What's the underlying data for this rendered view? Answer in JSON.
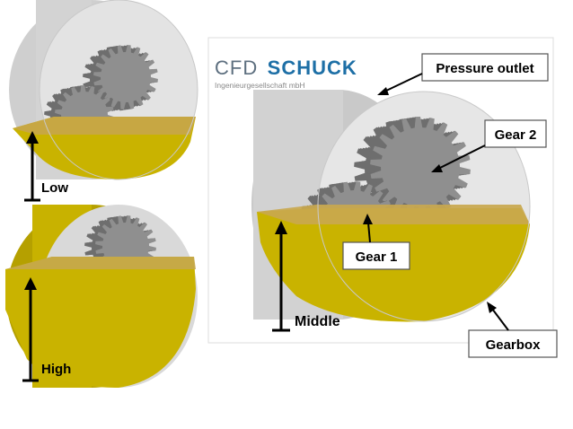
{
  "brand": {
    "name_part1": "CFD",
    "name_part2": "SCHUCK",
    "subtitle": "Ingenieurgesellschaft mbH"
  },
  "panels": {
    "low": {
      "label": "Low"
    },
    "high": {
      "label": "High"
    },
    "main": {
      "label": "Middle"
    }
  },
  "callouts": {
    "pressure_outlet": "Pressure outlet",
    "gear2": "Gear 2",
    "gear1": "Gear 1",
    "gearbox": "Gearbox"
  },
  "colors": {
    "oil": "#c9b300",
    "oil_dark": "#a38f00",
    "oil_surface": "#c8a74a",
    "housing": "#d9d9d9",
    "housing_edge": "#b5b5b5",
    "gear": "#8f8f8f",
    "gear_dark": "#6e6e6e"
  }
}
